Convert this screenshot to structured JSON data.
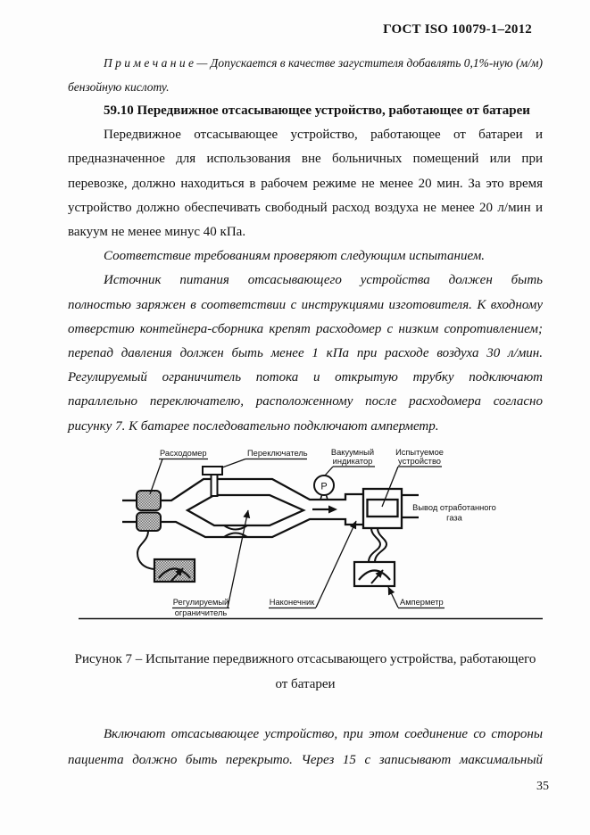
{
  "page": {
    "header": "ГОСТ ISO 10079-1–2012",
    "page_number": "35"
  },
  "note": {
    "lines": [
      {
        "t": "П р и м е ч а н и е  — Допускается в качестве загустителя добавлять 0,1%-ную (м/м)",
        "ind": true
      },
      {
        "t": "бензойную кислоту.",
        "last": true
      }
    ]
  },
  "section": {
    "heading_lines": [
      {
        "t": "59.10 Передвижное отсасывающее устройство, работающее от батареи",
        "ind": true,
        "last": true
      }
    ]
  },
  "para1": {
    "lines": [
      {
        "t": "Передвижное отсасывающее устройство, работающее от батареи и",
        "ind": true
      },
      {
        "t": "предназначенное для использования вне больничных помещений или при"
      },
      {
        "t": "перевозке, должно находиться в рабочем режиме не менее 20 мин. За это время"
      },
      {
        "t": "устройство должно обеспечивать свободный расход воздуха не менее 20 л/мин и"
      },
      {
        "t": "вакуум не менее минус 40 кПа.",
        "last": true
      }
    ]
  },
  "para2": {
    "lines": [
      {
        "t": "Соответствие требованиям проверяют следующим испытанием.",
        "ind": true,
        "last": true
      }
    ]
  },
  "para3": {
    "lines": [
      {
        "t": "Источник питания отсасывающего устройства должен быть",
        "ind": true
      },
      {
        "t": "полностью заряжен в соответствии с инструкциями изготовителя. К входному"
      },
      {
        "t": "отверстию контейнера-сборника крепят расходомер с низким сопротивлением;"
      },
      {
        "t": "перепад давления должен быть менее 1 кПа при расходе воздуха 30 л/мин."
      },
      {
        "t": "Регулируемый ограничитель потока и открытую трубку подключают"
      },
      {
        "t": "параллельно переключателю, расположенному после расходомера согласно"
      },
      {
        "t": "рисунку 7. К батарее последовательно подключают амперметр.",
        "last": true
      }
    ]
  },
  "figure": {
    "caption_lines": [
      {
        "t": "Рисунок 7 – Испытание передвижного отсасывающего устройства, работающего",
        "ctr": true
      },
      {
        "t": "от батареи",
        "ctr": true
      }
    ],
    "labels": {
      "flowmeter": "Расходомер",
      "switch": "Переключатель",
      "vacuum1": "Вакуумный",
      "vacuum2": "индикатор",
      "dut1": "Испытуемое",
      "dut2": "устройство",
      "exhaust1": "Вывод отработанного",
      "exhaust2": "газа",
      "restrictor1": "Регулируемый",
      "restrictor2": "ограничитель",
      "tip": "Наконечник",
      "ammeter": "Амперметр",
      "gauge_letter": "P"
    }
  },
  "para4": {
    "lines": [
      {
        "t": "Включают отсасывающее устройство, при этом соединение со стороны",
        "ind": true
      },
      {
        "t": "пациента должно быть перекрыто. Через 15 с записывают максимальный"
      }
    ]
  }
}
